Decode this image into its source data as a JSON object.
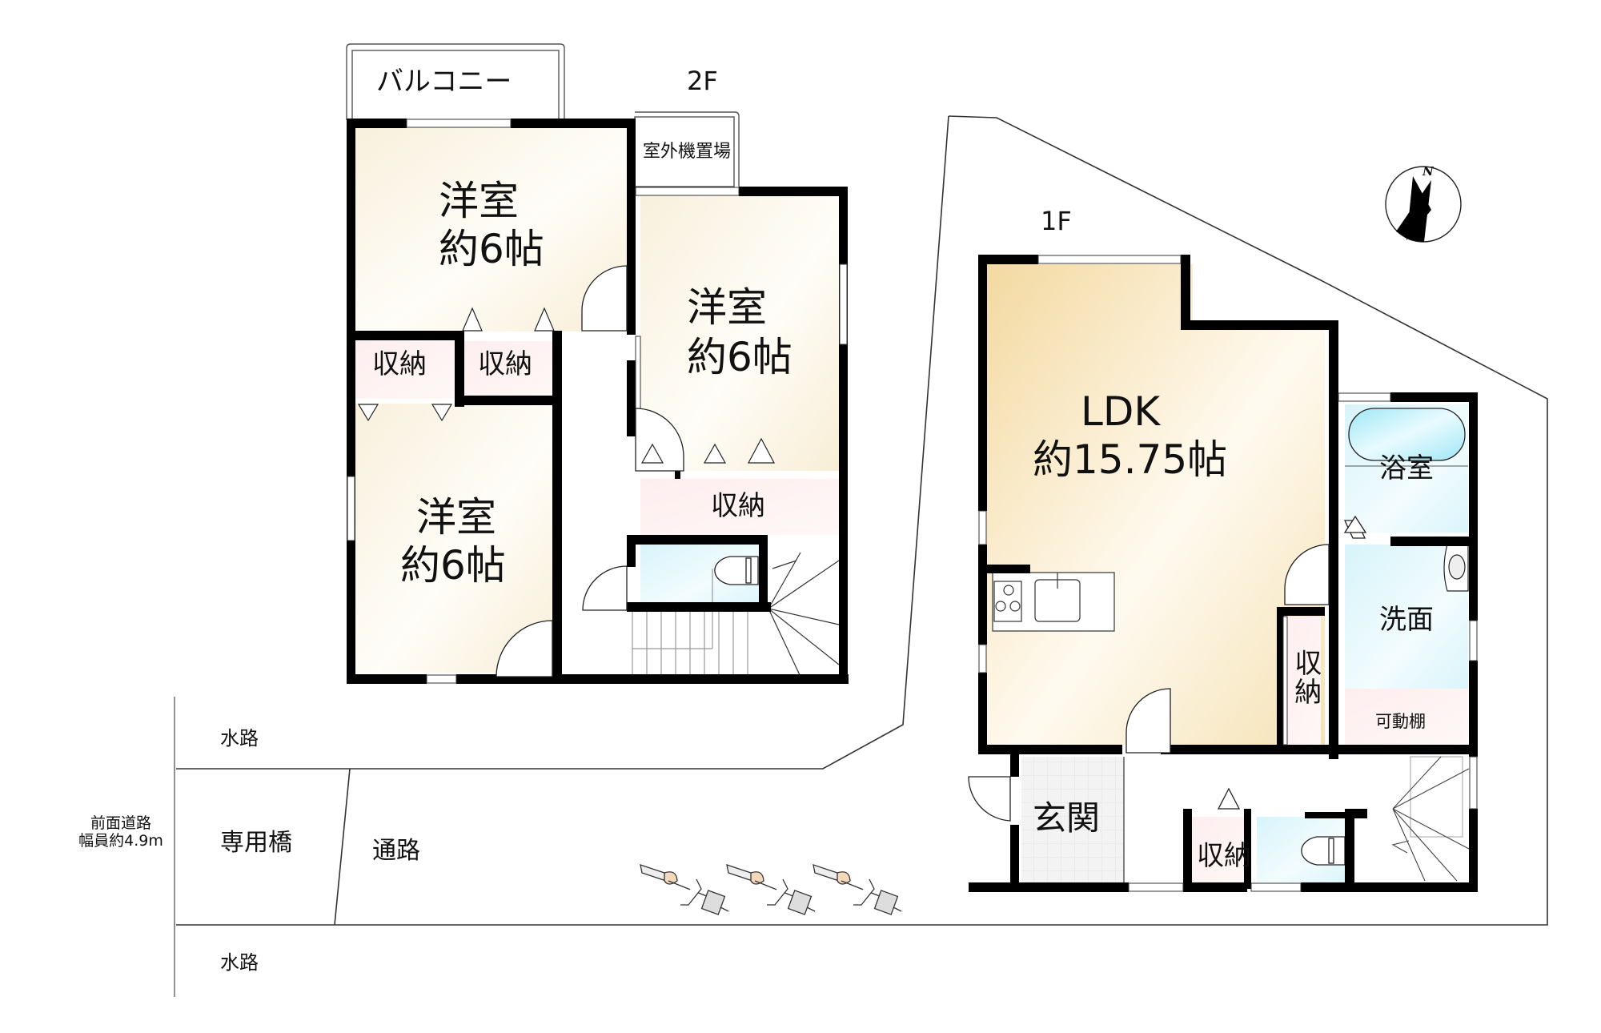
{
  "floors": {
    "second": {
      "label": "2F",
      "balcony": "バルコニー",
      "outdoor_unit_space": "室外機置場",
      "rooms": [
        {
          "id": "western-room-north",
          "name": "洋室",
          "size": "約6帖"
        },
        {
          "id": "western-room-east",
          "name": "洋室",
          "size": "約6帖"
        },
        {
          "id": "western-room-south",
          "name": "洋室",
          "size": "約6帖"
        }
      ],
      "storage": [
        "収納",
        "収納",
        "収納"
      ]
    },
    "first": {
      "label": "1F",
      "ldk": {
        "name": "LDK",
        "size": "約15.75帖"
      },
      "bathroom": "浴室",
      "washroom": "洗面",
      "adjustable_shelf": "可動棚",
      "entrance": "玄関",
      "storage": [
        "収納",
        "収納"
      ]
    }
  },
  "site": {
    "waterway_top": "水路",
    "waterway_bottom": "水路",
    "private_bridge": "専用橋",
    "passage": "通路",
    "front_road_line1": "前面道路",
    "front_road_line2": "幅員約4.9m",
    "bicycle_count": 3
  },
  "compass": {
    "label": "N"
  },
  "colors": {
    "wall": "#000000",
    "western_room": "#fbf6e8",
    "ldk": "#f6e2b0",
    "storage": "#fdf0f0",
    "wet_area": "#dff6fa",
    "entrance": "#eeeeee"
  }
}
